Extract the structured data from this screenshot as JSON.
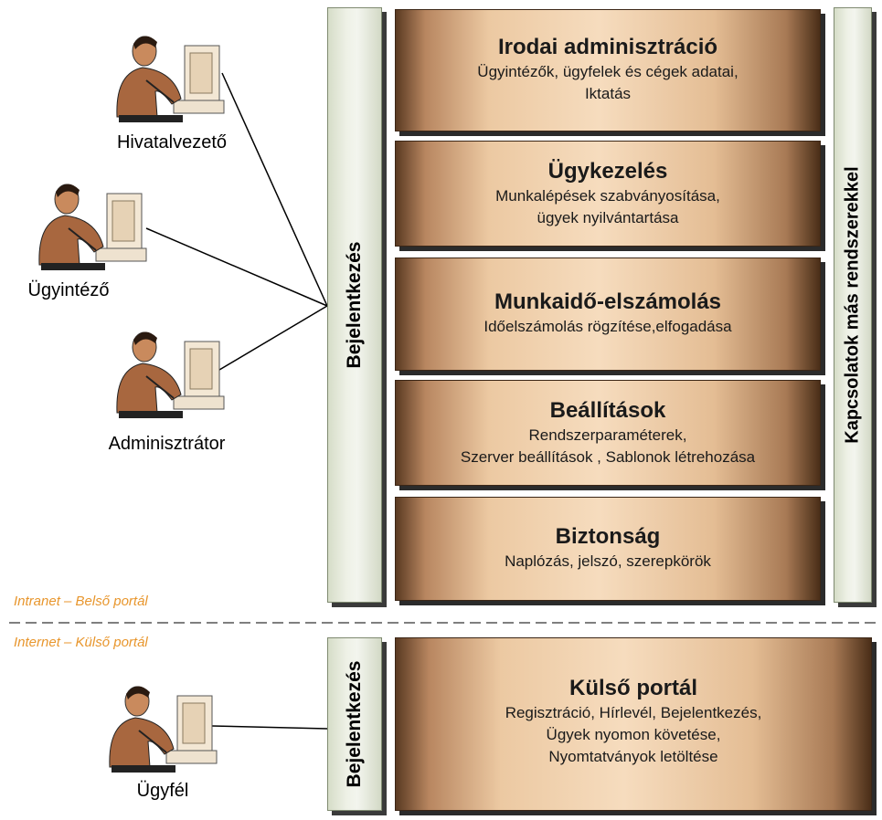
{
  "actors": [
    {
      "id": "hivatalvezeto",
      "label": "Hivatalvezető"
    },
    {
      "id": "ugyintezo",
      "label": "Ügyintéző"
    },
    {
      "id": "adminisztrator",
      "label": "Adminisztrátor"
    },
    {
      "id": "ugyfel",
      "label": "Ügyfél"
    }
  ],
  "zones": {
    "intranet": "Intranet – Belső portál",
    "internet": "Internet – Külső portál"
  },
  "login_label": "Bejelentkezés",
  "integration_label": "Kapcsolatok más rendszerekkel",
  "modules": [
    {
      "title": "Irodai adminisztráció",
      "desc": [
        "Ügyintézők, ügyfelek és cégek adatai,",
        "Iktatás"
      ]
    },
    {
      "title": "Ügykezelés",
      "desc": [
        "Munkalépések szabványosítása,",
        "ügyek nyilvántartása"
      ]
    },
    {
      "title": "Munkaidő-elszámolás",
      "desc": [
        "Időelszámolás rögzítése,elfogadása"
      ]
    },
    {
      "title": "Beállítások",
      "desc": [
        "Rendszerparaméterek,",
        "Szerver beállítások , Sablonok létrehozása"
      ]
    },
    {
      "title": "Biztonság",
      "desc": [
        "Naplózás, jelszó, szerepkörök"
      ]
    }
  ],
  "external_module": {
    "title": "Külső portál",
    "desc": [
      "Regisztráció, Hírlevél, Bejelentkezés,",
      "Ügyek nyomon követése,",
      "Nyomtatványok letöltése"
    ]
  },
  "colors": {
    "zone_label": "#e8962d",
    "module_mid": "#f6dcbe",
    "module_edge": "#5a3a22",
    "pillar": "#eef1e6"
  }
}
